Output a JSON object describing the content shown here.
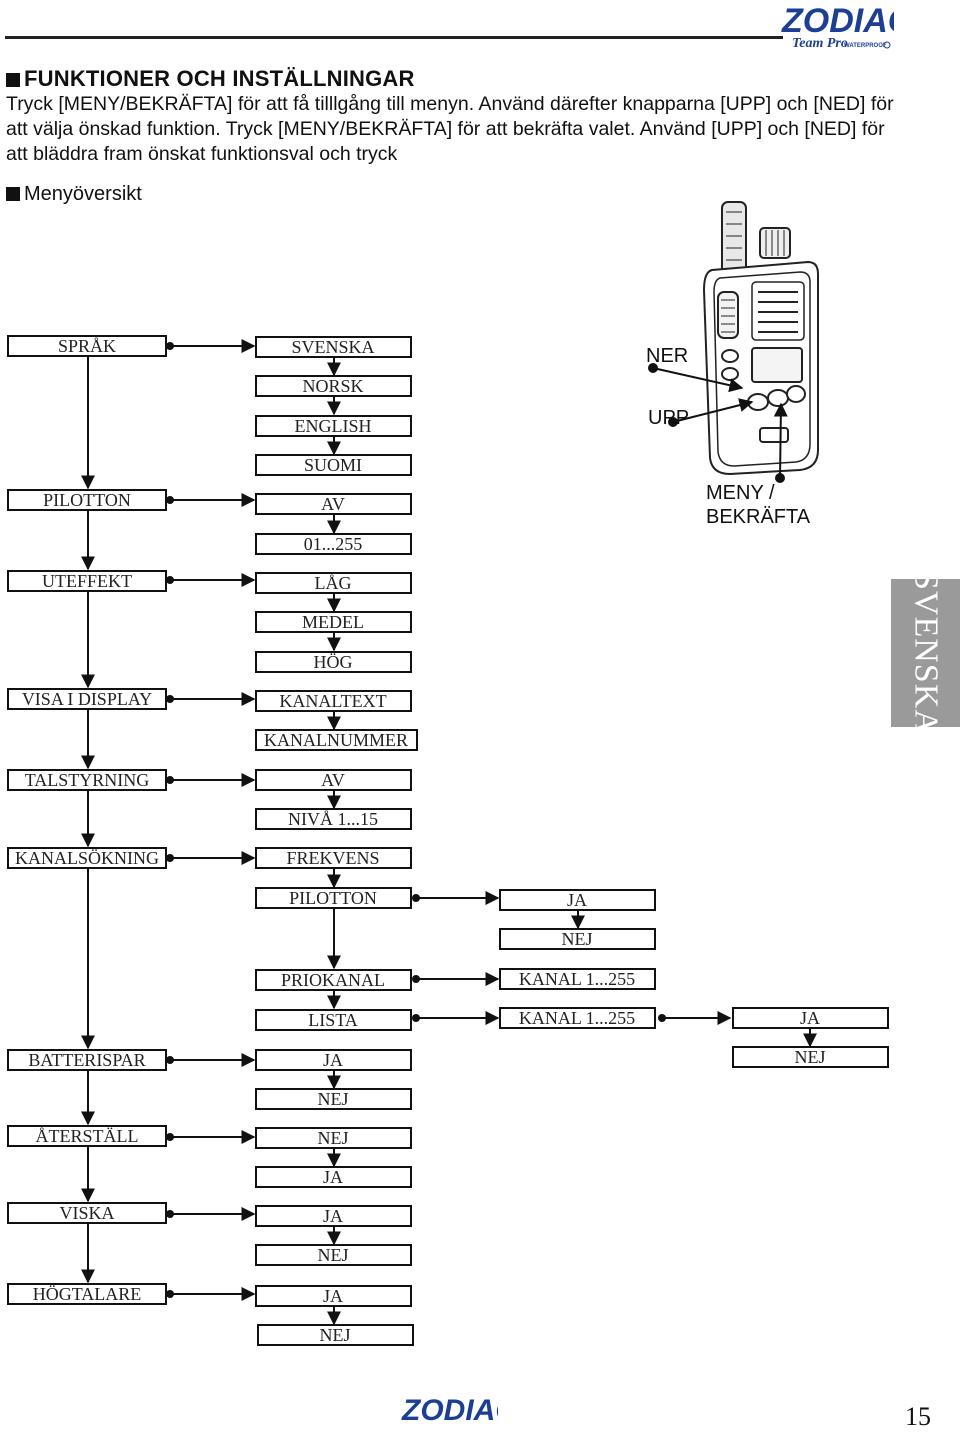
{
  "brand": {
    "name": "ZODIAC",
    "tagline": "Team Pro",
    "subtag": "WATERPROOF"
  },
  "heading": "FUNKTIONER OCH INSTÄLLNINGAR",
  "intro": "Tryck [MENY/BEKRÄFTA] för att få tilllgång till menyn. Använd därefter knapparna [UPP] och [NED] för att välja önskad funktion. Tryck [MENY/BEKRÄFTA] för att bekräfta valet. Använd [UPP] och [NED] för att bläddra fram önskat funktionsval och tryck",
  "menu_heading": "Menyöversikt",
  "menu": {
    "sprak": "SPRÅK",
    "svenska": "SVENSKA",
    "norsk": "NORSK",
    "english": "ENGLISH",
    "suomi": "SUOMI",
    "pilotton": "PILOTTON",
    "av": "AV",
    "range_255": "01...255",
    "uteffekt": "UTEFFEKT",
    "lag": "LÅG",
    "medel": "MEDEL",
    "hog": "HÖG",
    "visa_i_display": "VISA I DISPLAY",
    "kanaltext": "KANALTEXT",
    "kanalnummer": "KANALNUMMER",
    "talstyrning": "TALSTYRNING",
    "niva": "NIVÅ 1...15",
    "kanalsokning": "KANALSÖKNING",
    "frekvens": "FREKVENS",
    "ja": "JA",
    "nej": "NEJ",
    "priokanal": "PRIOKANAL",
    "kanal_range": "KANAL 1...255",
    "lista": "LISTA",
    "batterispar": "BATTERISPAR",
    "aterstall": "ÅTERSTÄLL",
    "viska": "VISKA",
    "hogtalare": "HÖGTALARE"
  },
  "radio_labels": {
    "ner": "NER",
    "upp": "UPP",
    "meny_line1": "MENY /",
    "meny_line2": "BEKRÄFTA"
  },
  "side_tab": "SVENSKA",
  "page_number": "15"
}
